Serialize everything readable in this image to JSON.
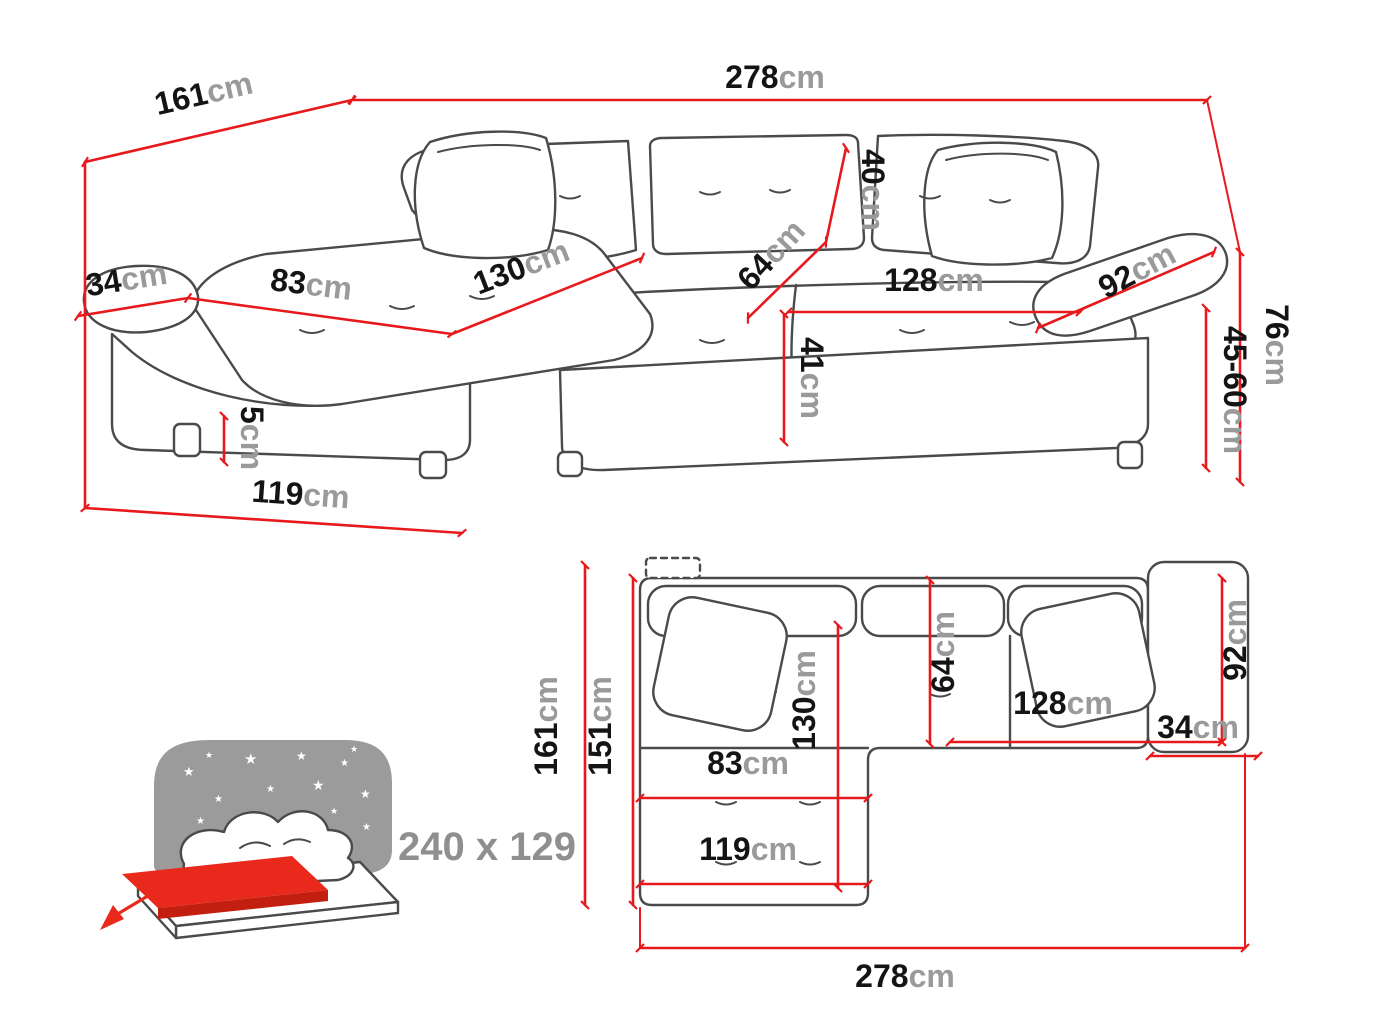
{
  "palette": {
    "dimension_line": "#e8191c",
    "outline_ink": "#4a4a4a",
    "number_color": "#141414",
    "unit_color": "#9a9a9a",
    "icon_gray": "#9b9b9b",
    "icon_red": "#e8291c"
  },
  "persp": {
    "d278": {
      "value": "278",
      "unit": "cm"
    },
    "d161": {
      "value": "161",
      "unit": "cm"
    },
    "d34": {
      "value": "34",
      "unit": "cm"
    },
    "d83": {
      "value": "83",
      "unit": "cm"
    },
    "d130": {
      "value": "130",
      "unit": "cm"
    },
    "d64": {
      "value": "64",
      "unit": "cm"
    },
    "d40": {
      "value": "40",
      "unit": "cm"
    },
    "d128": {
      "value": "128",
      "unit": "cm"
    },
    "d92": {
      "value": "92",
      "unit": "cm"
    },
    "d76": {
      "value": "76",
      "unit": "cm"
    },
    "d45_60": {
      "value": "45-60",
      "unit": "cm"
    },
    "d41": {
      "value": "41",
      "unit": "cm"
    },
    "d5": {
      "value": "5",
      "unit": "cm"
    },
    "d119": {
      "value": "119",
      "unit": "cm"
    }
  },
  "plan": {
    "d161": {
      "value": "161",
      "unit": "cm"
    },
    "d151": {
      "value": "151",
      "unit": "cm"
    },
    "d130": {
      "value": "130",
      "unit": "cm"
    },
    "d64": {
      "value": "64",
      "unit": "cm"
    },
    "d92": {
      "value": "92",
      "unit": "cm"
    },
    "d128": {
      "value": "128",
      "unit": "cm"
    },
    "d34": {
      "value": "34",
      "unit": "cm"
    },
    "d83": {
      "value": "83",
      "unit": "cm"
    },
    "d119": {
      "value": "119",
      "unit": "cm"
    },
    "d278": {
      "value": "278",
      "unit": "cm"
    }
  },
  "bed_icon": {
    "label": "240 x 129",
    "star_glyph": "★"
  }
}
